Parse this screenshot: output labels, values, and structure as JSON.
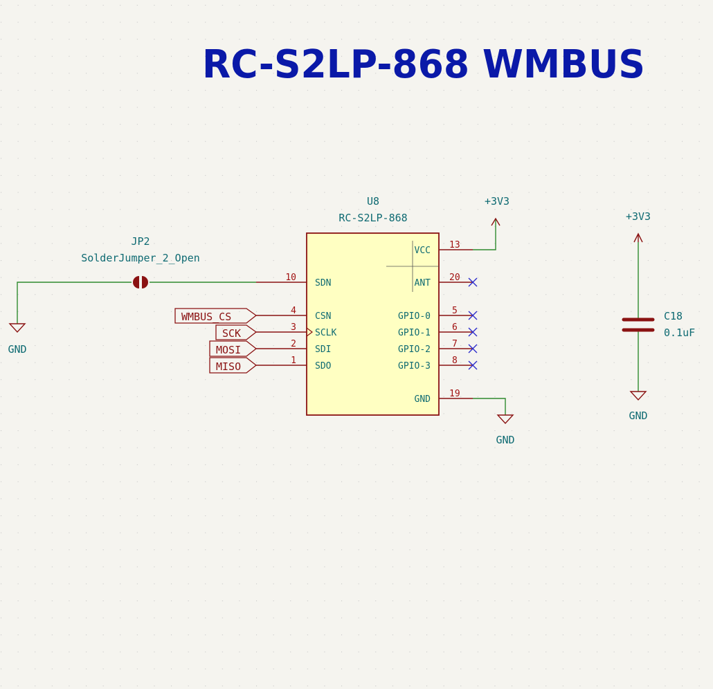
{
  "title": "RC-S2LP-868 WMBUS",
  "colors": {
    "background": "#f5f4ef",
    "grid": "#c8c8c8",
    "title": "#0a19a8",
    "wire": "#2f8a2f",
    "symbol_line": "#8a1212",
    "body_fill": "#ffffc2",
    "text_teal": "#0e6a72",
    "pin_number": "#a01010",
    "no_connect": "#2c2ccc",
    "label_text": "#8a1212"
  },
  "u8": {
    "reference": "U8",
    "value": "RC-S2LP-868",
    "left_pins": [
      {
        "name": "SDN",
        "number": "10"
      },
      {
        "name": "CSN",
        "number": "4"
      },
      {
        "name": "SCLK",
        "number": "3"
      },
      {
        "name": "SDI",
        "number": "2"
      },
      {
        "name": "SDO",
        "number": "1"
      }
    ],
    "right_pins": [
      {
        "name": "VCC",
        "number": "13"
      },
      {
        "name": "ANT",
        "number": "20"
      },
      {
        "name": "GPIO-0",
        "number": "5"
      },
      {
        "name": "GPIO-1",
        "number": "6"
      },
      {
        "name": "GPIO-2",
        "number": "7"
      },
      {
        "name": "GPIO-3",
        "number": "8"
      },
      {
        "name": "GND",
        "number": "19"
      }
    ]
  },
  "jp2": {
    "reference": "JP2",
    "value": "SolderJumper_2_Open"
  },
  "c18": {
    "reference": "C18",
    "value": "0.1uF"
  },
  "labels": {
    "wmbus_cs": "WMBUS_CS",
    "sck": "SCK",
    "mosi": "MOSI",
    "miso": "MISO"
  },
  "power": {
    "plus3v3_u8": "+3V3",
    "plus3v3_c18": "+3V3",
    "gnd_jp2": "GND",
    "gnd_u8": "GND",
    "gnd_c18": "GND"
  }
}
